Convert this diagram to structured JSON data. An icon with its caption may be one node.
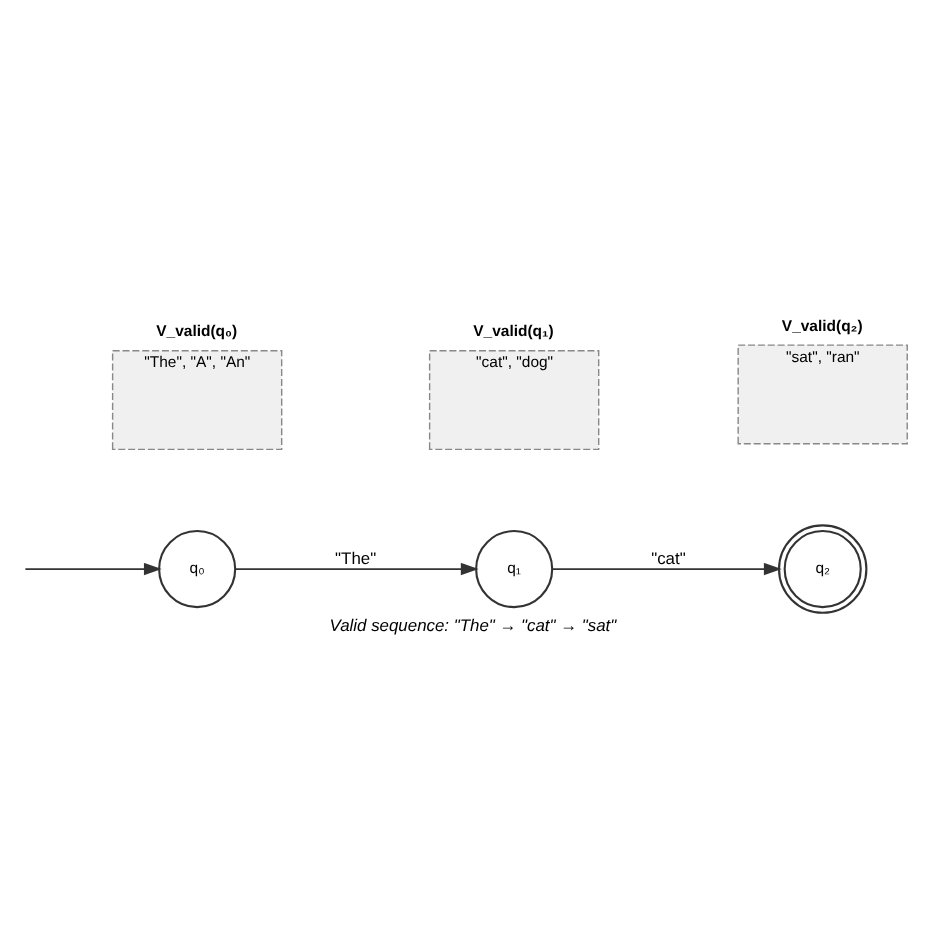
{
  "diagram": {
    "caption": "Valid sequence: \"The\" → \"cat\" → \"sat\"",
    "nodes": [
      {
        "text": [
          "V_valid(q₀)",
          "\"The\", \"A\", \"An\""
        ]
      },
      {
        "text": [
          "V_valid(q₁)",
          "\"cat\", \"dog\""
        ]
      },
      {
        "text": [
          "V_valid(q₂)",
          "\"sat\", \"ran\""
        ]
      },
      {
        "text": [
          "q₀"
        ]
      },
      {
        "text": [
          "q₁"
        ]
      },
      {
        "text": [
          "q₂"
        ]
      }
    ],
    "edges": [
      {
        "from": null,
        "to": 3,
        "arrow": "to"
      },
      {
        "from": 3,
        "to": 4,
        "arrow": "to",
        "label": "\"The\""
      },
      {
        "from": 4,
        "to": 5,
        "arrow": "to",
        "label": "\"cat\""
      }
    ]
  }
}
